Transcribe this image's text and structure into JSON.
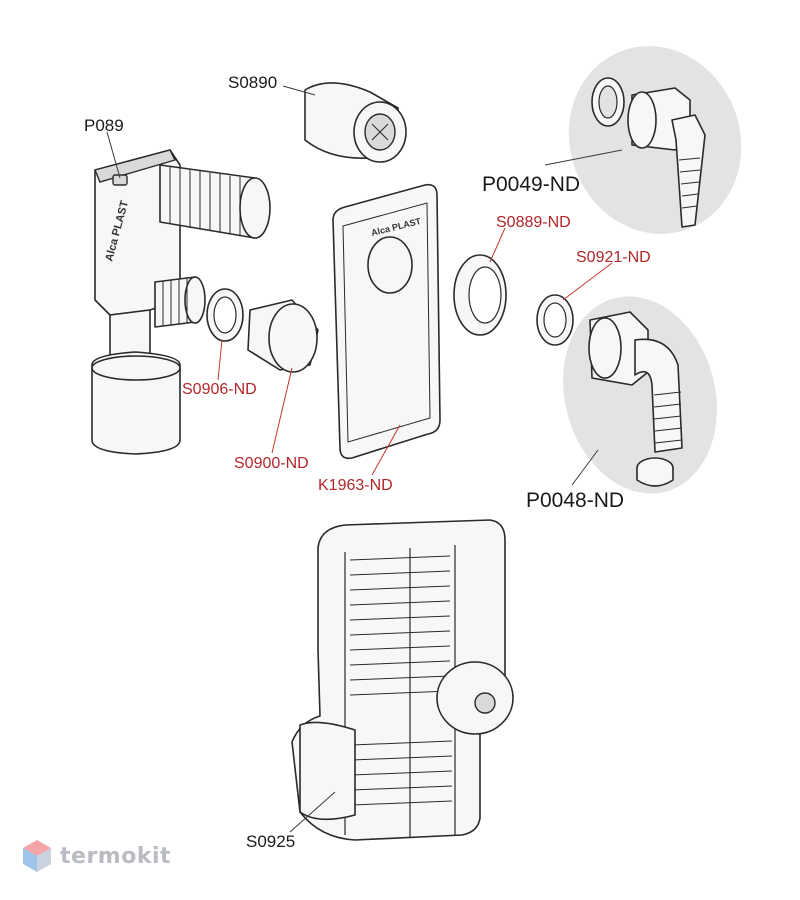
{
  "labels": {
    "s0890": "S0890",
    "p089": "P089",
    "p0049": "P0049-ND",
    "s0889": "S0889-ND",
    "s0921": "S0921-ND",
    "s0906": "S0906-ND",
    "s0900": "S0900-ND",
    "k1963": "K1963-ND",
    "p0048": "P0048-ND",
    "s0925": "S0925"
  },
  "imprints": {
    "body_brand": "Alca PLAST",
    "plate_brand": "Alca PLAST"
  },
  "watermark": {
    "text": "termokit"
  },
  "colors": {
    "label_black": "#1a1a1a",
    "label_red": "#b3262a",
    "callout_bg": "#e3e3e3",
    "watermark": "#b9bcc2"
  }
}
